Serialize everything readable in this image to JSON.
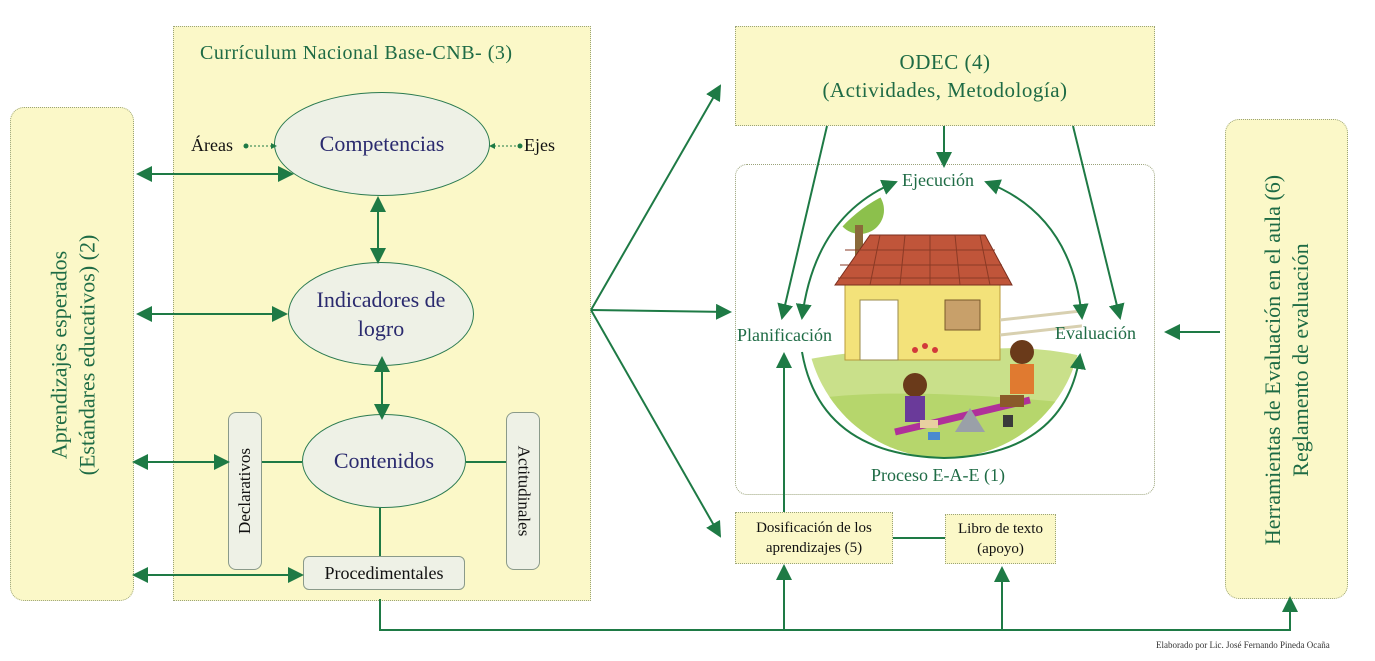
{
  "left_panel": {
    "title_line1": "Aprendizajes esperados",
    "title_line2": "(Estándares educativos) (2)"
  },
  "cnb": {
    "title": "Currículum Nacional Base-CNB- (3)",
    "areas": "Áreas",
    "ejes": "Ejes",
    "competencias": "Competencias",
    "indicadores_line1": "Indicadores de",
    "indicadores_line2": "logro",
    "contenidos": "Contenidos",
    "declarativos": "Declarativos",
    "actitudinales": "Actitudinales",
    "procedimentales": "Procedimentales"
  },
  "odec": {
    "line1": "ODEC (4)",
    "line2": "(Actividades, Metodología)"
  },
  "process": {
    "ejecucion": "Ejecución",
    "planificacion": "Planificación",
    "evaluacion": "Evaluación",
    "caption": "Proceso E-A-E (1)"
  },
  "dosificacion": {
    "line1": "Dosificación de los",
    "line2": "aprendizajes (5)"
  },
  "libro": {
    "line1": "Libro de texto",
    "line2": "(apoyo)"
  },
  "right_panel": {
    "line1": "Herramientas de Evaluación en el aula (6)",
    "line2": "Reglamento de evaluación"
  },
  "credit": "Elaborado por Lic. José Fernando Pineda Ocaña",
  "colors": {
    "arrow": "#1e7a45",
    "panel_fill": "#fbf8c8",
    "ellipse_fill": "#eef1e6",
    "ellipse_text": "#2a2a6e"
  }
}
